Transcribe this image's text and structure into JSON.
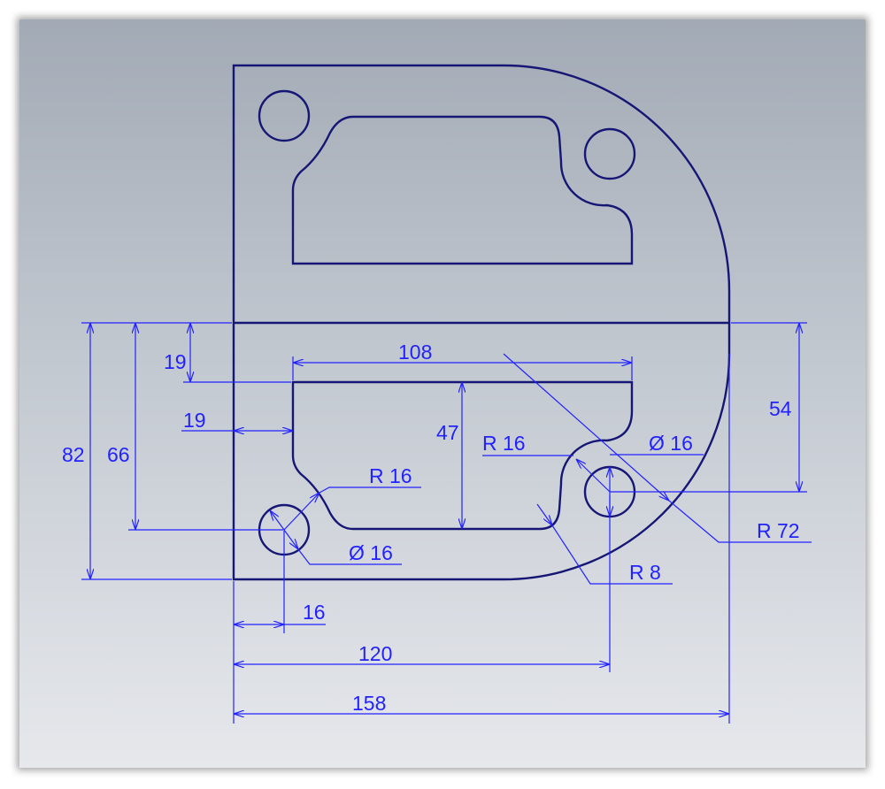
{
  "drawing": {
    "colors": {
      "outline": "#161675",
      "dimension": "#2222ff"
    },
    "dimensions": {
      "overall_height": "82",
      "hole_height": "66",
      "pocket_top_offset": "19",
      "pocket_left_offset": "19",
      "pocket_width": "108",
      "pocket_height": "47",
      "right_hole_offset": "54",
      "left_hole_x": "16",
      "right_hole_x": "120",
      "overall_width": "158",
      "left_fillet_radius": "R 16",
      "left_hole_diameter": "Ø 16",
      "right_fillet_radius": "R 16",
      "right_hole_diameter": "Ø 16",
      "outer_radius": "R 72",
      "corner_radius": "R 8"
    }
  }
}
